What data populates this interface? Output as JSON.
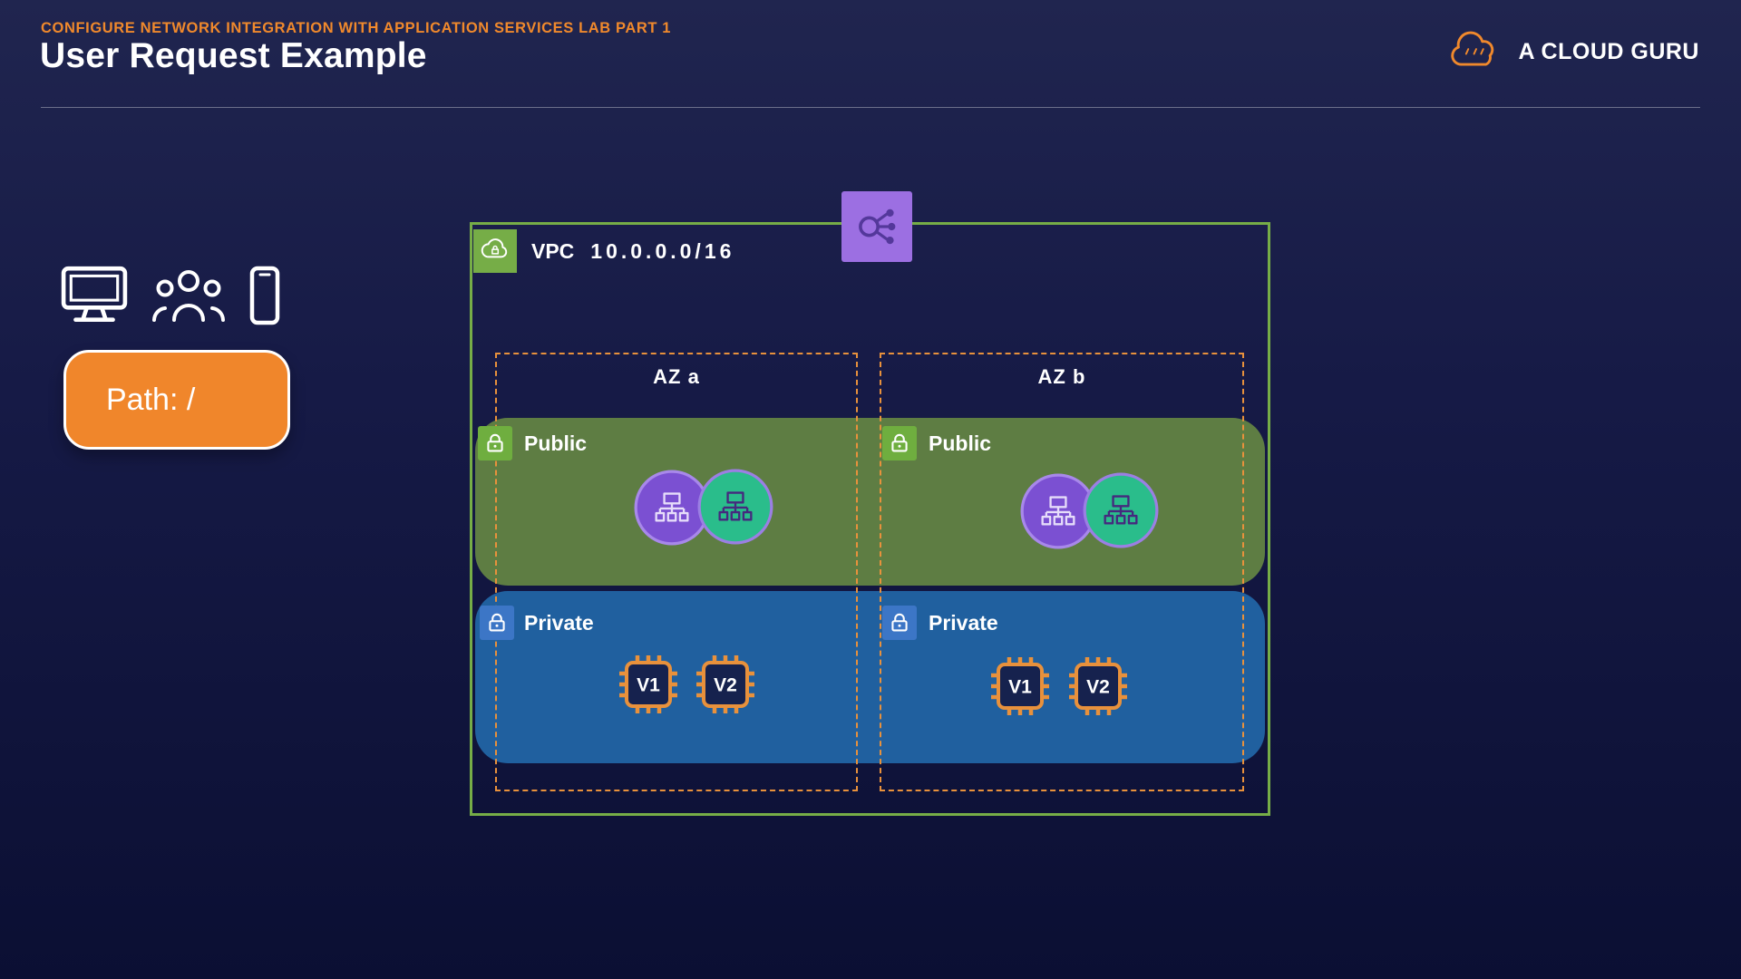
{
  "header": {
    "kicker": "CONFIGURE NETWORK INTEGRATION WITH APPLICATION SERVICES LAB PART 1",
    "title": "User Request Example"
  },
  "logo": {
    "text": "A CLOUD GURU"
  },
  "request": {
    "path_label": "Path: /"
  },
  "diagram": {
    "vpc": {
      "label": "VPC",
      "cidr": "10.0.0.0/16"
    },
    "azs": [
      {
        "label": "AZ a",
        "public": {
          "label": "Public",
          "nodes": [
            "load-balancer-node-icon",
            "auto-scaling-node-icon"
          ]
        },
        "private": {
          "label": "Private",
          "instances": [
            "V1",
            "V2"
          ]
        }
      },
      {
        "label": "AZ b",
        "public": {
          "label": "Public",
          "nodes": [
            "load-balancer-node-icon",
            "auto-scaling-node-icon"
          ]
        },
        "private": {
          "label": "Private",
          "instances": [
            "V1",
            "V2"
          ]
        }
      }
    ]
  },
  "icons": {
    "clients": [
      "desktop-icon",
      "users-icon",
      "mobile-phone-icon"
    ],
    "vpc_badge": "cloud-lock-icon",
    "subnet_badge": "lock-icon",
    "vpc_top_node": "load-balancer-icon",
    "logo": "acg-cloud-icon"
  },
  "colors": {
    "accent_orange": "#F0892C",
    "bg_top": "#20254F",
    "bg_bottom": "#0B0F33",
    "vpc_green": "#76AD47",
    "az_dash": "#E8913C",
    "public_band": "#5E7D43",
    "private_band": "#20609F",
    "lock_public": "#6FAE3F",
    "lock_private": "#3C76C6",
    "lb_purple": "#9C6FE2",
    "lb_glyph": "#54389B",
    "node_purple": "#7B50D2",
    "node_purple_ring": "#A888EA",
    "node_green": "#2ABD8B",
    "node_green_ring": "#9B7FE3",
    "glyph_light": "#E6DCFA",
    "glyph_dark": "#45297E",
    "chip_border": "#E8913C",
    "chip_bg": "#16224E",
    "path_btn": "#F0862B"
  }
}
